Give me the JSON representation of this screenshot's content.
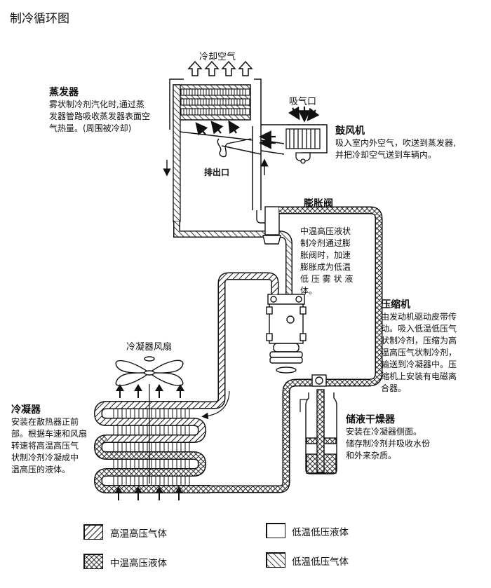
{
  "title": "制冷循环图",
  "labels": {
    "cool_air": "冷却空气",
    "intake": "吸气口",
    "drain": "排出口",
    "condenser_fan": "冷凝器风扇"
  },
  "components": {
    "evaporator": {
      "name": "蒸发器",
      "lines": [
        "雾状制冷剂汽化时,通过蒸",
        "发器管路吸收蒸发器表面空",
        "气热量。(周围被冷却)"
      ]
    },
    "blower": {
      "name": "鼓风机",
      "lines": [
        "吸入室内外空气，吹送到蒸发器,",
        "并把冷却空气送到车辆内。"
      ]
    },
    "expansion_valve": {
      "name": "膨胀阀",
      "lines": [
        "中温高压液状",
        "制冷剂通过膨",
        "胀阀时，加速",
        "膨胀成为低温",
        "低 压 雾 状 液",
        "体。"
      ]
    },
    "compressor": {
      "name": "压缩机",
      "lines": [
        "由发动机驱动皮带传",
        "动。吸入低温低压气",
        "状制冷剂，压缩为高",
        "温高压气状制冷剂，",
        "输送到冷凝器中。压",
        "缩机上安装有电磁离",
        "合器。"
      ]
    },
    "receiver_drier": {
      "name": "储液干燥器",
      "lines": [
        "安装在冷凝器侧面。",
        "储存制冷剂并吸收水份",
        "和外来杂质。"
      ]
    },
    "condenser": {
      "name": "冷凝器",
      "lines": [
        "安装在散热器正前",
        "部。根据车速和风扇",
        "转速将高温高压气",
        "状制冷剂冷凝成中",
        "温高压的液体。"
      ]
    }
  },
  "legend": [
    {
      "pattern": "back-diagonal-hatch",
      "label": "高温高压气体"
    },
    {
      "pattern": "cross-hatch",
      "label": "中温高压液体"
    },
    {
      "pattern": "empty",
      "label": "低温低压液体"
    },
    {
      "pattern": "forward-diagonal-hatch",
      "label": "低温低压气体"
    }
  ]
}
